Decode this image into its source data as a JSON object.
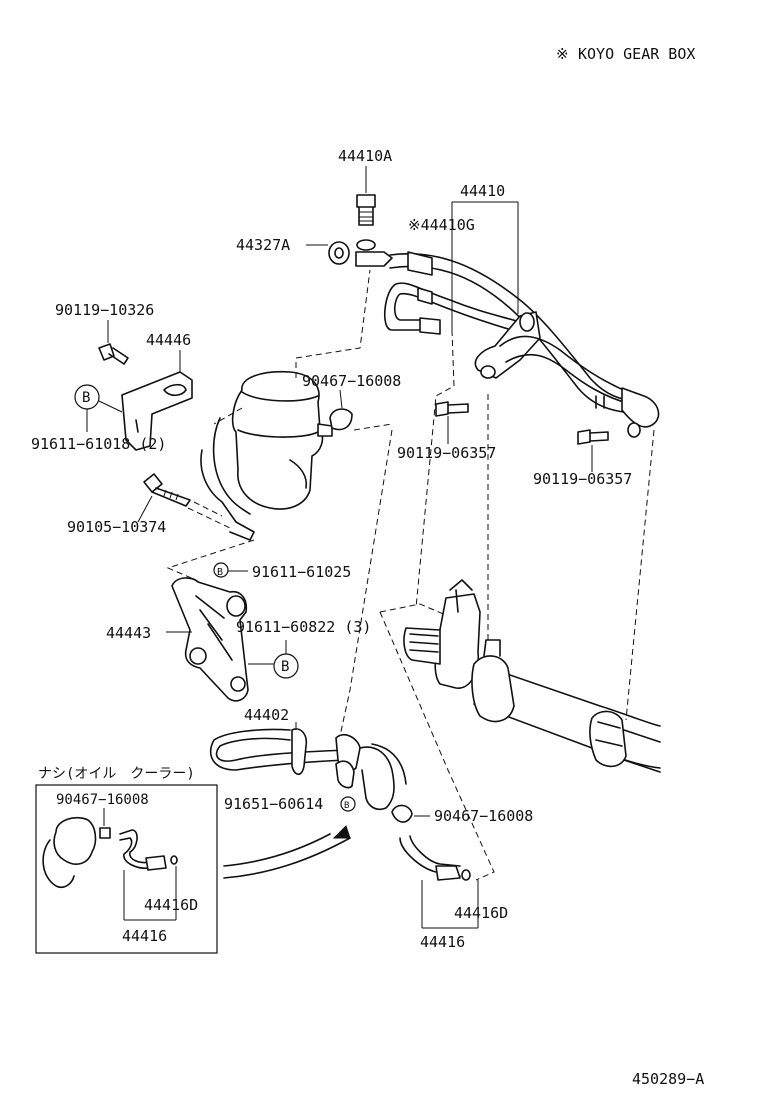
{
  "header": {
    "note_mark": "※",
    "note_text": "KOYO GEAR BOX"
  },
  "labels": {
    "p44410A": "44410A",
    "p44410": "44410",
    "p44410G": "※44410G",
    "p44327A": "44327A",
    "p90119_10326": "90119−10326",
    "p44446": "44446",
    "p90467_16008_a": "90467−16008",
    "p91611_61018": "91611−61018 (2)",
    "p90119_06357_a": "90119−06357",
    "p90119_06357_b": "90119−06357",
    "p90105_10374": "90105−10374",
    "p91611_61025": "91611−61025",
    "p44443": "44443",
    "p91611_60822": "91611−60822 (3)",
    "p44402": "44402",
    "inset_caption": "ナシ(オイル　クーラー)",
    "p90467_16008_inset": "90467−16008",
    "p91651_60614": "91651−60614",
    "p90467_16008_b": "90467−16008",
    "p44416D_inset": "44416D",
    "p44416_inset": "44416",
    "p44416D": "44416D",
    "p44416": "44416"
  },
  "badges": {
    "b_large": "B",
    "b_small": "B"
  },
  "footer": {
    "figure_code": "450289−A"
  }
}
